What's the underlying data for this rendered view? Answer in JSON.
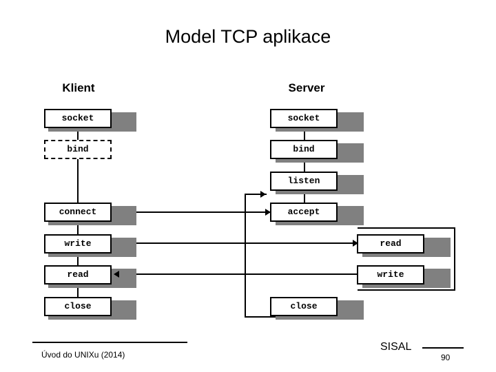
{
  "slide": {
    "title": "Model TCP aplikace",
    "headings": {
      "client": "Klient",
      "server": "Server"
    },
    "client_calls": [
      {
        "label": "socket",
        "style": "solid"
      },
      {
        "label": "bind",
        "style": "dashed"
      },
      {
        "label": "connect",
        "style": "solid"
      },
      {
        "label": "write",
        "style": "solid"
      },
      {
        "label": "read",
        "style": "solid"
      },
      {
        "label": "close",
        "style": "solid"
      }
    ],
    "server_calls": [
      {
        "label": "socket",
        "style": "solid"
      },
      {
        "label": "bind",
        "style": "solid"
      },
      {
        "label": "listen",
        "style": "solid"
      },
      {
        "label": "accept",
        "style": "solid"
      },
      {
        "label": "read",
        "style": "solid"
      },
      {
        "label": "write",
        "style": "solid"
      },
      {
        "label": "close",
        "style": "solid"
      }
    ],
    "footer": {
      "left": "Úvod do UNIXu (2014)",
      "brand": "SISAL",
      "page_number": "90"
    },
    "colors": {
      "title": "#000000",
      "box_border": "#000000",
      "box_shadow": "#808080",
      "background": "#ffffff"
    }
  }
}
